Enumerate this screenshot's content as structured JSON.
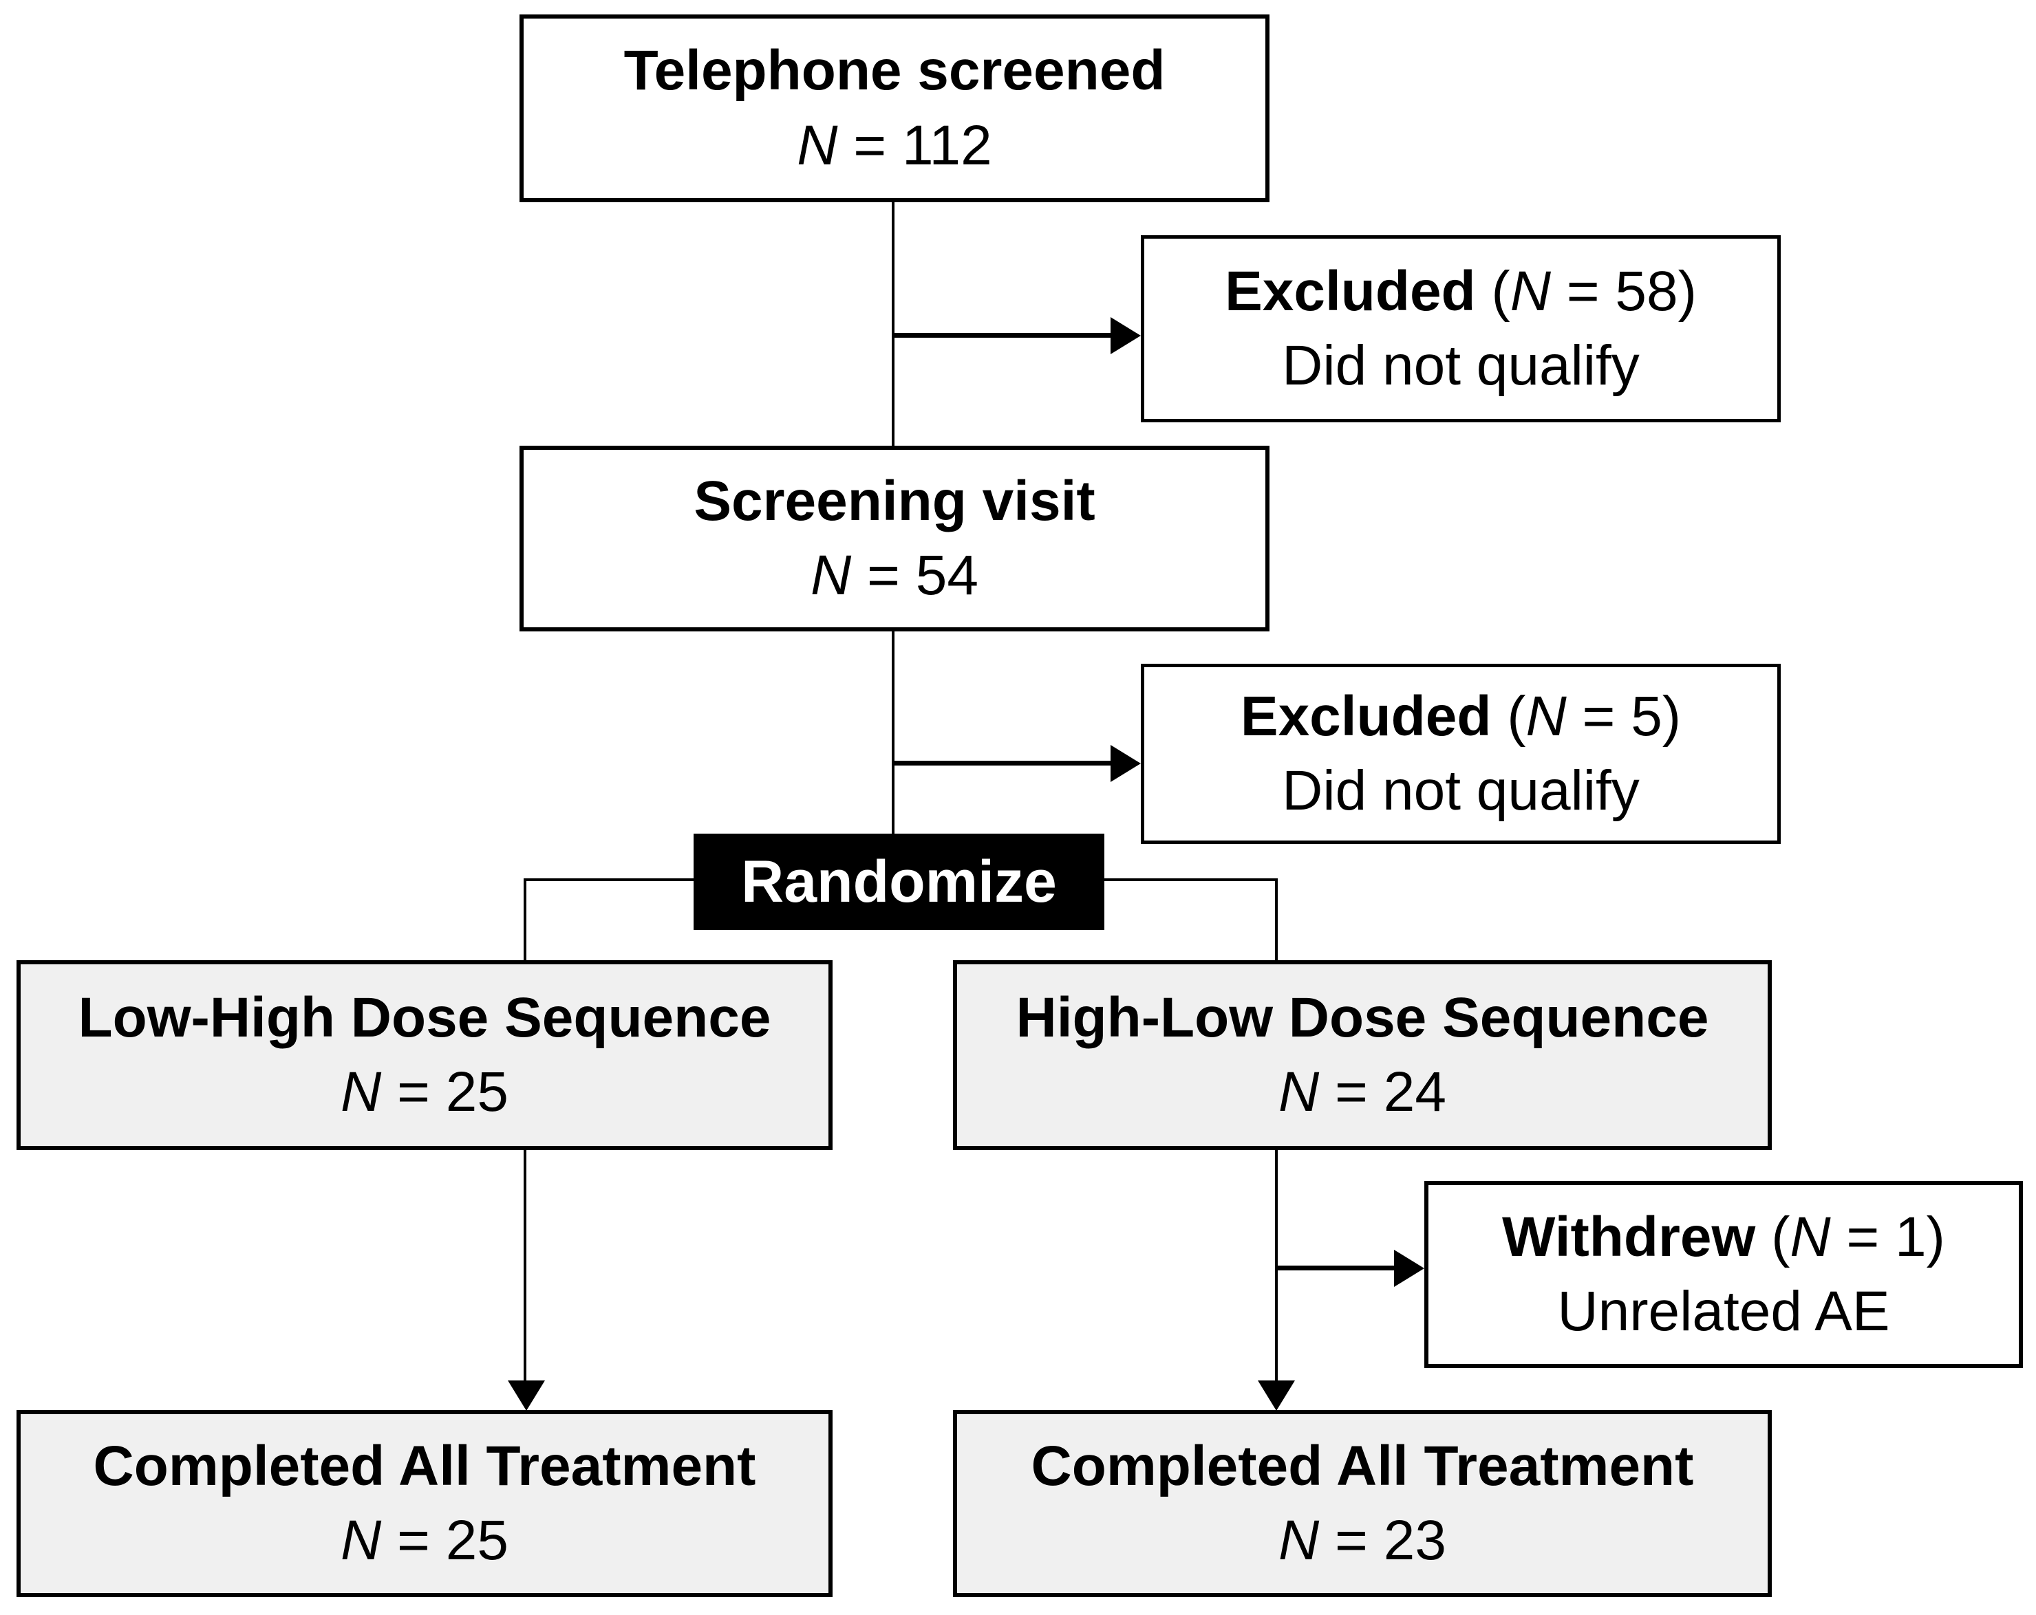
{
  "colors": {
    "background": "#ffffff",
    "border": "#000000",
    "shaded_box_fill": "#f0f0f0",
    "randomize_fill": "#000000",
    "randomize_text": "#ffffff",
    "text": "#000000"
  },
  "nodes": {
    "telephone_screened": {
      "title": "Telephone screened",
      "n_italic": "N",
      "n_rest": " = 112"
    },
    "excluded_1": {
      "title": "Excluded",
      "open": " (",
      "n_italic": "N",
      "n_rest": " = 58)",
      "reason": "Did not qualify"
    },
    "screening_visit": {
      "title": "Screening visit",
      "n_italic": "N",
      "n_rest": " = 54"
    },
    "excluded_2": {
      "title": "Excluded",
      "open": " (",
      "n_italic": "N",
      "n_rest": " = 5)",
      "reason": "Did not qualify"
    },
    "randomize": {
      "label": "Randomize"
    },
    "low_high_sequence": {
      "title": "Low-High Dose Sequence",
      "n_italic": "N",
      "n_rest": " = 25"
    },
    "high_low_sequence": {
      "title": "High-Low Dose Sequence",
      "n_italic": "N",
      "n_rest": " = 24"
    },
    "withdrew": {
      "title": "Withdrew",
      "open": " (",
      "n_italic": "N",
      "n_rest": " = 1)",
      "reason": "Unrelated AE"
    },
    "completed_low_high": {
      "title": "Completed All Treatment",
      "n_italic": "N",
      "n_rest": " = 25"
    },
    "completed_high_low": {
      "title": "Completed All Treatment",
      "n_italic": "N",
      "n_rest": " = 23"
    }
  }
}
